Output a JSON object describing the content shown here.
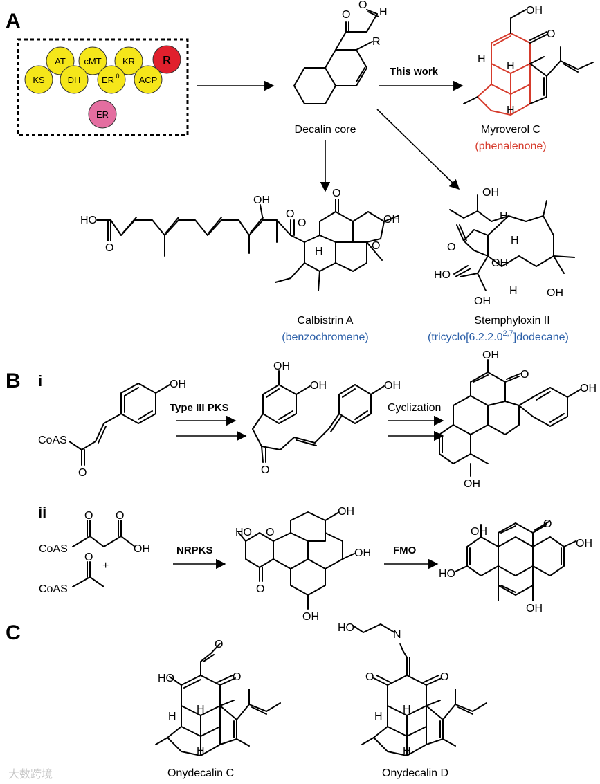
{
  "panels": {
    "a": "A",
    "b": "B",
    "c": "C",
    "b_i": "i",
    "b_ii": "ii"
  },
  "pks_domains": [
    "AT",
    "cMT",
    "KR",
    "R",
    "KS",
    "DH",
    "ER",
    "0",
    "ACP",
    "ER"
  ],
  "colors": {
    "domain_yellow": "#f5e61a",
    "domain_red": "#e0202d",
    "domain_pink": "#e46ea0",
    "accent_red": "#d63b2c",
    "accent_blue": "#2b5fa8"
  },
  "panel_a": {
    "decalin_label": "Decalin core",
    "r_group": "R",
    "this_work": "This work",
    "myroverol_name": "Myroverol C",
    "myroverol_class": "(phenalenone)",
    "calbistrin_name": "Calbistrin A",
    "calbistrin_class": "(benzochromene)",
    "stemphyloxin_name": "Stemphyloxin II",
    "stemphyloxin_class_a": "(tricyclo[6.2.2.0",
    "stemphyloxin_class_sup": "2,7",
    "stemphyloxin_class_b": "]dodecane)"
  },
  "panel_b": {
    "type3_pks": "Type III PKS",
    "cyclization": "Cyclization",
    "nrpks": "NRPKS",
    "fmo": "FMO",
    "plus": "+"
  },
  "panel_c": {
    "compound_1": "Onydecalin C",
    "compound_2": "Onydecalin D"
  },
  "atoms": {
    "O": "O",
    "OH": "OH",
    "HO": "HO",
    "H": "H",
    "N": "N",
    "CoAS": "CoAS"
  },
  "watermark": "大数跨境"
}
